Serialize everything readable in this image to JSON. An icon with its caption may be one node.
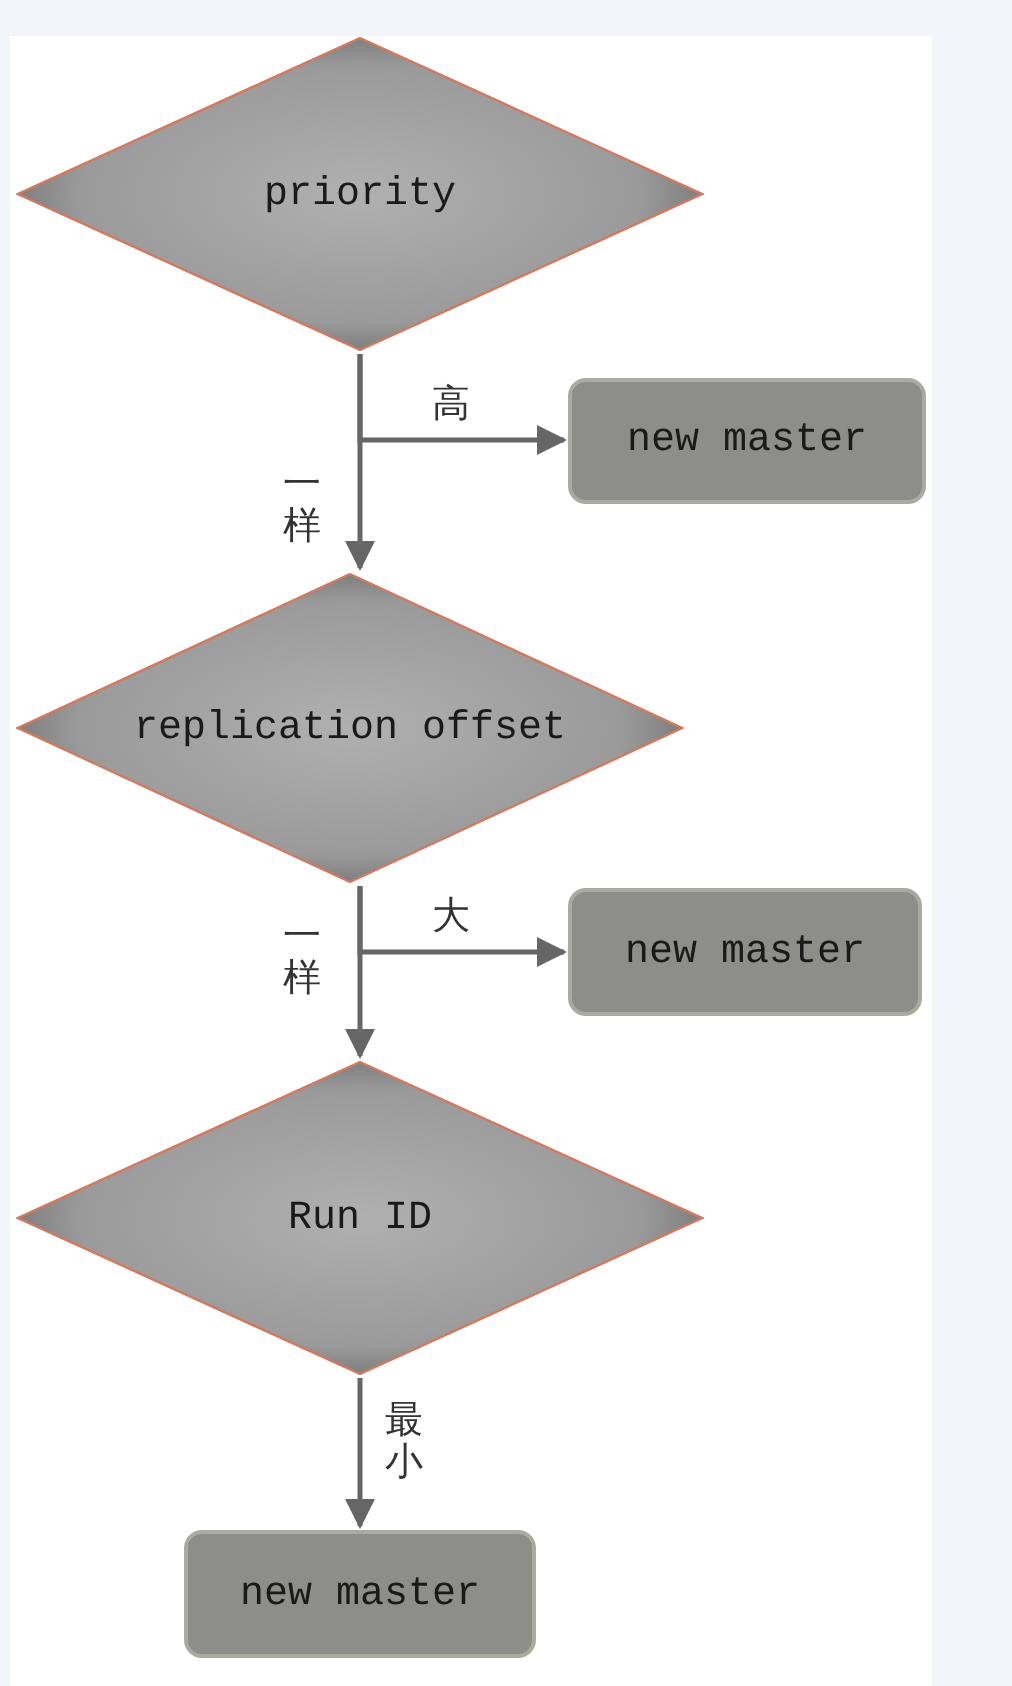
{
  "diagram": {
    "nodes": [
      {
        "text": [
          "priority"
        ]
      },
      {
        "text": [
          "new master"
        ]
      },
      {
        "text": [
          "replication offset"
        ]
      },
      {
        "text": [
          "new master"
        ]
      },
      {
        "text": [
          "Run ID"
        ]
      },
      {
        "text": [
          "new master"
        ]
      }
    ],
    "edges": [
      {
        "from": 0,
        "to": 1,
        "arrow": "to",
        "label": "高"
      },
      {
        "from": 0,
        "to": 2,
        "arrow": "to",
        "label": "一样"
      },
      {
        "from": 2,
        "to": 3,
        "arrow": "to",
        "label": "大"
      },
      {
        "from": 2,
        "to": 4,
        "arrow": "to",
        "label": "一样"
      },
      {
        "from": 4,
        "to": 5,
        "arrow": "to",
        "label": "最小"
      }
    ]
  }
}
